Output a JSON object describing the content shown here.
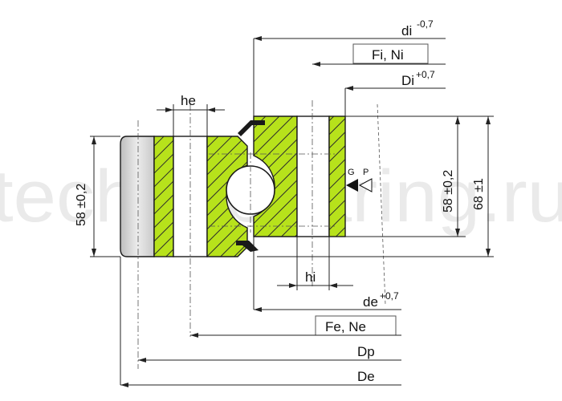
{
  "watermark": "technobearing.ru",
  "labels": {
    "di": "di",
    "di_tol": "-0,7",
    "fi_ni": "Fi, Ni",
    "Di": "Di",
    "Di_tol": "+0,7",
    "he": "he",
    "hi": "hi",
    "de": "de",
    "de_tol": "+0,7",
    "fe_ne": "Fe, Ne",
    "Dp": "Dp",
    "De": "De",
    "height_left": "58 ±0,2",
    "height_right_inner": "58 ±0,2",
    "height_right_outer": "68 ±1",
    "g": "G",
    "p": "P"
  },
  "colors": {
    "ring_fill": "#b7e21b",
    "hatch": "#2b2b2b",
    "grey_ring": "#d4d4d4",
    "line": "#1a1a1a",
    "watermark": "#d9d9d9"
  }
}
